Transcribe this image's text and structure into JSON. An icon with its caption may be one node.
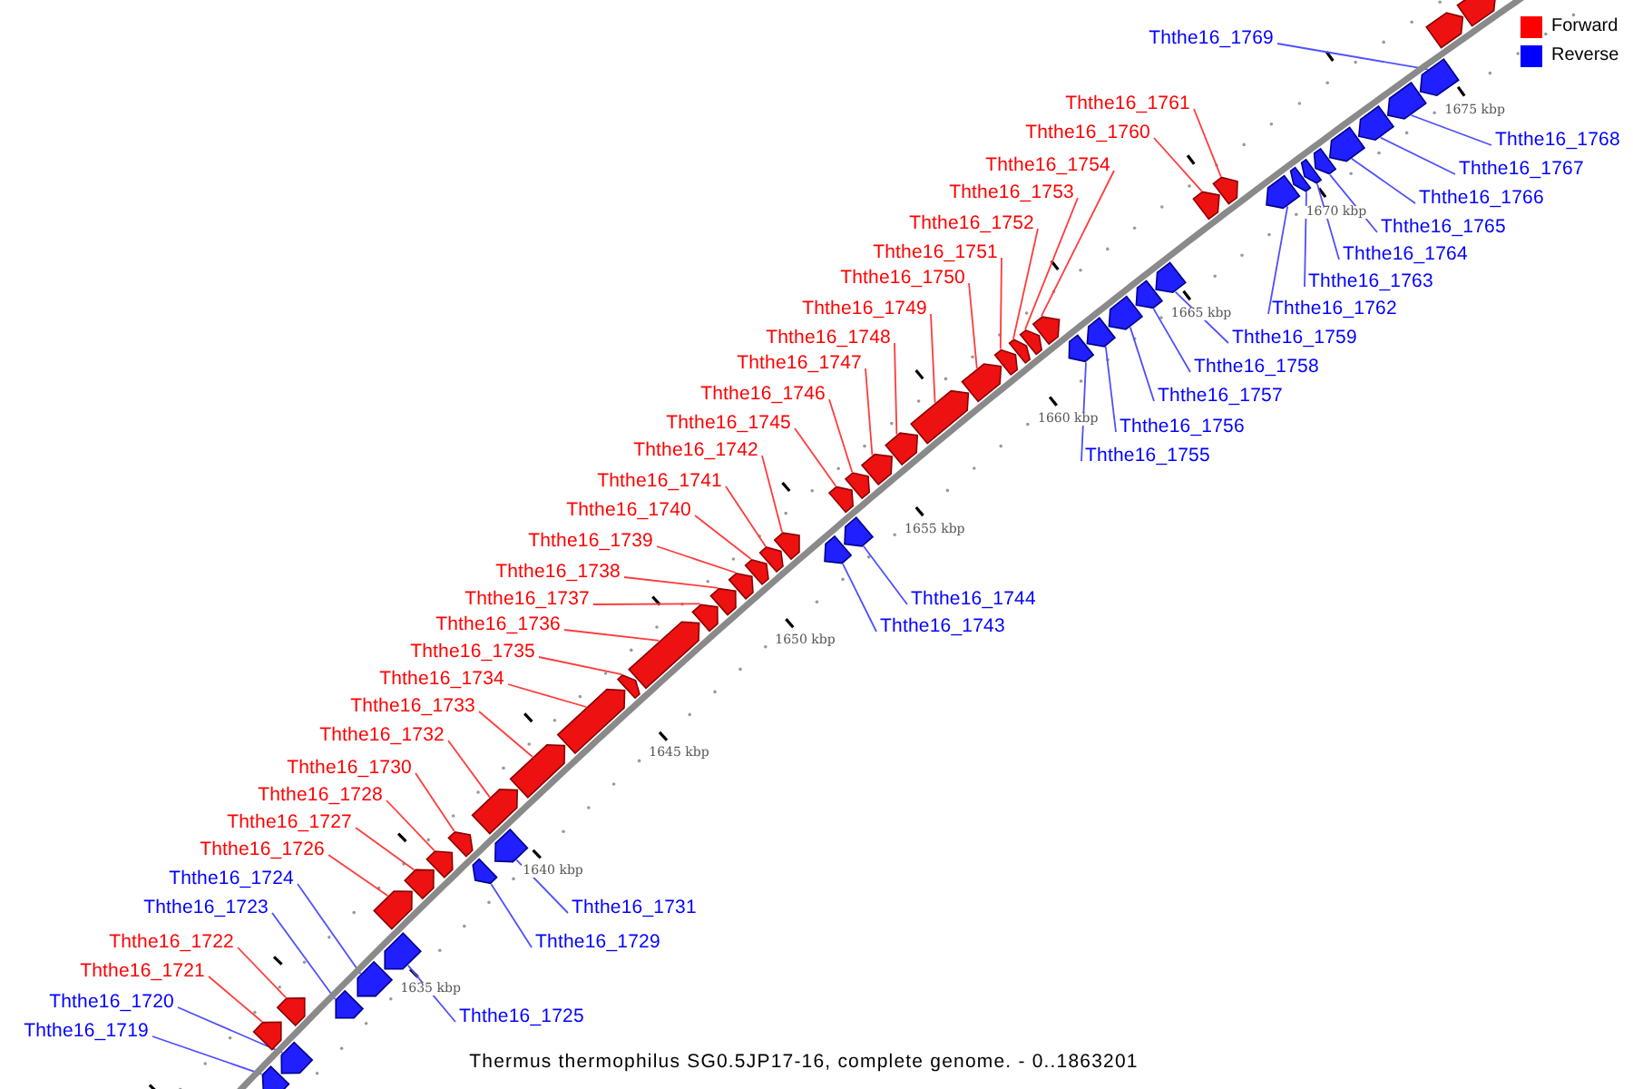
{
  "diagram": {
    "caption": "Thermus thermophilus SG0.5JP17-16, complete genome. - 0..1863201",
    "nodes": [
      {
        "text": [
          "Ththe16_1769"
        ]
      },
      {
        "text": [
          "Ththe16_1761"
        ]
      },
      {
        "text": [
          "Ththe16_1760"
        ]
      },
      {
        "text": [
          "Ththe16_1768"
        ]
      },
      {
        "text": [
          "Ththe16_1754"
        ]
      },
      {
        "text": [
          "Ththe16_1767"
        ]
      },
      {
        "text": [
          "Ththe16_1753"
        ]
      },
      {
        "text": [
          "Ththe16_1766"
        ]
      },
      {
        "text": [
          "Ththe16_1752"
        ]
      },
      {
        "text": [
          "Ththe16_1765"
        ]
      },
      {
        "text": [
          "Ththe16_1751"
        ]
      },
      {
        "text": [
          "Ththe16_1764"
        ]
      },
      {
        "text": [
          "Ththe16_1750"
        ]
      },
      {
        "text": [
          "Ththe16_1763"
        ]
      },
      {
        "text": [
          "Ththe16_1749"
        ]
      },
      {
        "text": [
          "Ththe16_1762"
        ]
      },
      {
        "text": [
          "Ththe16_1748"
        ]
      },
      {
        "text": [
          "Ththe16_1759"
        ]
      },
      {
        "text": [
          "Ththe16_1747"
        ]
      },
      {
        "text": [
          "Ththe16_1758"
        ]
      },
      {
        "text": [
          "Ththe16_1746"
        ]
      },
      {
        "text": [
          "Ththe16_1757"
        ]
      },
      {
        "text": [
          "Ththe16_1745"
        ]
      },
      {
        "text": [
          "Ththe16_1756"
        ]
      },
      {
        "text": [
          "Ththe16_1742"
        ]
      },
      {
        "text": [
          "Ththe16_1755"
        ]
      },
      {
        "text": [
          "Ththe16_1741"
        ]
      },
      {
        "text": [
          "Ththe16_1740"
        ]
      },
      {
        "text": [
          "Ththe16_1739"
        ]
      },
      {
        "text": [
          "Ththe16_1738"
        ]
      },
      {
        "text": [
          "Ththe16_1737"
        ]
      },
      {
        "text": [
          "Ththe16_1744"
        ]
      },
      {
        "text": [
          "Ththe16_1736"
        ]
      },
      {
        "text": [
          "Ththe16_1743"
        ]
      },
      {
        "text": [
          "Ththe16_1735"
        ]
      },
      {
        "text": [
          "Ththe16_1734"
        ]
      },
      {
        "text": [
          "Ththe16_1733"
        ]
      },
      {
        "text": [
          "Ththe16_1732"
        ]
      },
      {
        "text": [
          "Ththe16_1730"
        ]
      },
      {
        "text": [
          "Ththe16_1728"
        ]
      },
      {
        "text": [
          "Ththe16_1727"
        ]
      },
      {
        "text": [
          "Ththe16_1726"
        ]
      },
      {
        "text": [
          "Ththe16_1724"
        ]
      },
      {
        "text": [
          "Ththe16_1723"
        ]
      },
      {
        "text": [
          "Ththe16_1731"
        ]
      },
      {
        "text": [
          "Ththe16_1722"
        ]
      },
      {
        "text": [
          "Ththe16_1729"
        ]
      },
      {
        "text": [
          "Ththe16_1721"
        ]
      },
      {
        "text": [
          "Ththe16_1720"
        ]
      },
      {
        "text": [
          "Ththe16_1725"
        ]
      },
      {
        "text": [
          "Ththe16_1719"
        ]
      },
      {
        "text": [],
        "shape": "arrow"
      },
      {
        "text": [],
        "shape": "arrow"
      },
      {
        "text": [],
        "shape": "arrow"
      },
      {
        "text": [],
        "shape": "arrow"
      },
      {
        "text": [],
        "shape": "arrow"
      },
      {
        "text": [],
        "shape": "arrow"
      },
      {
        "text": [],
        "shape": "arrow"
      },
      {
        "text": [],
        "shape": "arrow"
      },
      {
        "text": [],
        "shape": "arrow"
      },
      {
        "text": [],
        "shape": "arrow"
      },
      {
        "text": [],
        "shape": "arrow"
      },
      {
        "text": [],
        "shape": "arrow"
      },
      {
        "text": [],
        "shape": "arrow"
      },
      {
        "text": [],
        "shape": "arrow"
      },
      {
        "text": [],
        "shape": "arrow"
      },
      {
        "text": [],
        "shape": "arrow"
      },
      {
        "text": [],
        "shape": "arrow"
      },
      {
        "text": [],
        "shape": "arrow"
      },
      {
        "text": [],
        "shape": "arrow"
      },
      {
        "text": [],
        "shape": "arrow"
      },
      {
        "text": [],
        "shape": "arrow"
      },
      {
        "text": [],
        "shape": "arrow"
      },
      {
        "text": [],
        "shape": "arrow"
      },
      {
        "text": [],
        "shape": "arrow"
      },
      {
        "text": [],
        "shape": "arrow"
      },
      {
        "text": [],
        "shape": "arrow"
      },
      {
        "text": [],
        "shape": "arrow"
      },
      {
        "text": [],
        "shape": "arrow"
      },
      {
        "text": [],
        "shape": "arrow"
      },
      {
        "text": [],
        "shape": "arrow"
      },
      {
        "text": [],
        "shape": "arrow"
      },
      {
        "text": [],
        "shape": "arrow"
      },
      {
        "text": [],
        "shape": "arrow"
      },
      {
        "text": [],
        "shape": "arrow"
      },
      {
        "text": [],
        "shape": "arrow"
      },
      {
        "text": [],
        "shape": "arrow"
      },
      {
        "text": [],
        "shape": "arrow"
      },
      {
        "text": [],
        "shape": "arrow"
      },
      {
        "text": [],
        "shape": "arrow"
      },
      {
        "text": [],
        "shape": "arrow"
      },
      {
        "text": [],
        "shape": "arrow"
      },
      {
        "text": [],
        "shape": "arrow"
      },
      {
        "text": [],
        "shape": "arrow"
      },
      {
        "text": [],
        "shape": "arrow"
      },
      {
        "text": [],
        "shape": "arrow"
      },
      {
        "text": [],
        "shape": "arrow"
      },
      {
        "text": [],
        "shape": "arrow"
      },
      {
        "text": [],
        "shape": "arrow"
      },
      {
        "text": [],
        "shape": "arrow"
      },
      {
        "text": [],
        "shape": "arrow"
      },
      {
        "text": [],
        "shape": "arrow"
      },
      {
        "text": [],
        "shape": "arrow"
      },
      {
        "text": [],
        "shape": "arrow"
      }
    ],
    "edges": [
      {
        "from": 0,
        "to": 101,
        "arrow": "none",
        "color": "#4f4fff"
      },
      {
        "from": 1,
        "to": 93,
        "arrow": "none"
      },
      {
        "from": 2,
        "to": 92,
        "arrow": "none"
      },
      {
        "from": 3,
        "to": 100,
        "arrow": "none",
        "color": "#4f4fff"
      },
      {
        "from": 4,
        "to": 86,
        "arrow": "none"
      },
      {
        "from": 5,
        "to": 99,
        "arrow": "none",
        "color": "#4f4fff"
      },
      {
        "from": 6,
        "to": 85,
        "arrow": "none"
      },
      {
        "from": 7,
        "to": 98,
        "arrow": "none",
        "color": "#4f4fff"
      },
      {
        "from": 8,
        "to": 84,
        "arrow": "none"
      },
      {
        "from": 9,
        "to": 97,
        "arrow": "none",
        "color": "#4f4fff"
      },
      {
        "from": 10,
        "to": 83,
        "arrow": "none"
      },
      {
        "from": 11,
        "to": 96,
        "arrow": "none",
        "color": "#4f4fff"
      },
      {
        "from": 12,
        "to": 82,
        "arrow": "none"
      },
      {
        "from": 13,
        "to": 95,
        "arrow": "none",
        "color": "#4f4fff"
      },
      {
        "from": 14,
        "to": 81,
        "arrow": "none"
      },
      {
        "from": 15,
        "to": 94,
        "arrow": "none",
        "color": "#4f4fff"
      },
      {
        "from": 16,
        "to": 80,
        "arrow": "none"
      },
      {
        "from": 17,
        "to": 91,
        "arrow": "none",
        "color": "#4f4fff"
      },
      {
        "from": 18,
        "to": 79,
        "arrow": "none"
      },
      {
        "from": 19,
        "to": 90,
        "arrow": "none",
        "color": "#4f4fff"
      },
      {
        "from": 20,
        "to": 78,
        "arrow": "none"
      },
      {
        "from": 21,
        "to": 89,
        "arrow": "none",
        "color": "#4f4fff"
      },
      {
        "from": 22,
        "to": 77,
        "arrow": "none"
      },
      {
        "from": 23,
        "to": 88,
        "arrow": "none",
        "color": "#4f4fff"
      },
      {
        "from": 24,
        "to": 74,
        "arrow": "none"
      },
      {
        "from": 25,
        "to": 87,
        "arrow": "none",
        "color": "#4f4fff"
      },
      {
        "from": 26,
        "to": 73,
        "arrow": "none"
      },
      {
        "from": 27,
        "to": 72,
        "arrow": "none"
      },
      {
        "from": 28,
        "to": 71,
        "arrow": "none"
      },
      {
        "from": 29,
        "to": 70,
        "arrow": "none"
      },
      {
        "from": 30,
        "to": 69,
        "arrow": "none"
      },
      {
        "from": 31,
        "to": 76,
        "arrow": "none",
        "color": "#4f4fff"
      },
      {
        "from": 32,
        "to": 68,
        "arrow": "none"
      },
      {
        "from": 33,
        "to": 75,
        "arrow": "none",
        "color": "#4f4fff"
      },
      {
        "from": 34,
        "to": 67,
        "arrow": "none"
      },
      {
        "from": 35,
        "to": 66,
        "arrow": "none"
      },
      {
        "from": 36,
        "to": 65,
        "arrow": "none"
      },
      {
        "from": 37,
        "to": 64,
        "arrow": "none"
      },
      {
        "from": 38,
        "to": 62,
        "arrow": "none"
      },
      {
        "from": 39,
        "to": 60,
        "arrow": "none"
      },
      {
        "from": 40,
        "to": 59,
        "arrow": "none"
      },
      {
        "from": 41,
        "to": 58,
        "arrow": "none"
      },
      {
        "from": 42,
        "to": 56,
        "arrow": "none",
        "color": "#4f4fff"
      },
      {
        "from": 43,
        "to": 55,
        "arrow": "none",
        "color": "#4f4fff"
      },
      {
        "from": 44,
        "to": 63,
        "arrow": "none",
        "color": "#4f4fff"
      },
      {
        "from": 45,
        "to": 54,
        "arrow": "none"
      },
      {
        "from": 46,
        "to": 61,
        "arrow": "none",
        "color": "#4f4fff"
      },
      {
        "from": 47,
        "to": 52,
        "arrow": "none"
      },
      {
        "from": 48,
        "to": 53,
        "arrow": "none",
        "color": "#4f4fff"
      },
      {
        "from": 49,
        "to": 57,
        "arrow": "none",
        "color": "#4f4fff"
      },
      {
        "from": 50,
        "to": 51,
        "arrow": "none",
        "color": "#4f4fff"
      }
    ],
    "labels": [
      "1675 kbp",
      "1670 kbp",
      "1665 kbp",
      "1660 kbp",
      "1655 kbp",
      "1650 kbp",
      "1645 kbp",
      "1640 kbp",
      "1635 kbp"
    ],
    "legend": [
      {
        "text": "Forward",
        "color": "#ff0000"
      },
      {
        "text": "Reverse",
        "color": "#0000ff"
      }
    ]
  }
}
